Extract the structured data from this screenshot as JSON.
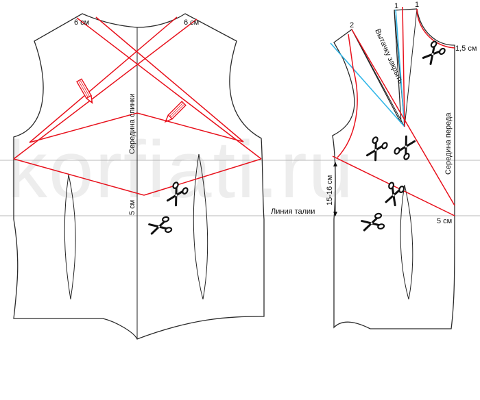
{
  "watermark": "korfiati.ru",
  "labels": {
    "back_center": "Середина спинки",
    "front_center": "Середина переда",
    "waist_line": "Линия талии",
    "close_dart": "Вытачку закрыть",
    "back_left_shoulder": "6 см",
    "back_right_shoulder": "6 см",
    "back_waist_offset": "5 см",
    "front_waist_offset": "5 см",
    "neck_offset": "1,5 см",
    "side_span": "15-16 см",
    "mark_1a": "1",
    "mark_1b": "1",
    "mark_2": "2"
  },
  "icons": [
    "pencil-icon",
    "scissors-icon"
  ],
  "colors": {
    "outline": "#2a2a2a",
    "cut_lines": "#e8111c",
    "dart_lines": "#33b7e8",
    "guide_lines": "#b8b8b8"
  }
}
